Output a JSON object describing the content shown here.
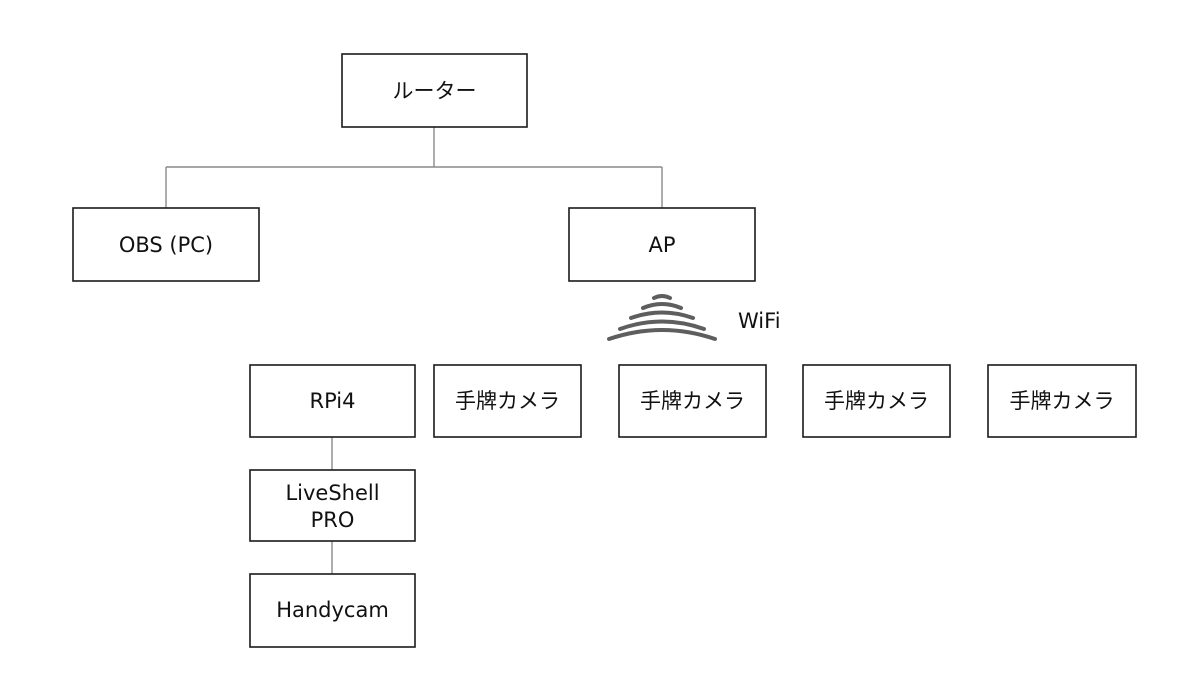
{
  "nodes": {
    "router": {
      "label": "ルーター"
    },
    "obs": {
      "label": "OBS (PC)"
    },
    "ap": {
      "label": "AP"
    },
    "rpi": {
      "label": "RPi4"
    },
    "liveshell": {
      "line1": "LiveShell",
      "line2": "PRO"
    },
    "handycam": {
      "label": "Handycam"
    },
    "cameras": [
      {
        "label": "手牌カメラ"
      },
      {
        "label": "手牌カメラ"
      },
      {
        "label": "手牌カメラ"
      },
      {
        "label": "手牌カメラ"
      }
    ]
  },
  "wifi": {
    "label": "WiFi",
    "icon": "wifi-signal-icon",
    "color": "#5e5e5e"
  },
  "colors": {
    "box_stroke": "#1a1a1a",
    "connector": "#8a8a8a",
    "text": "#111111"
  }
}
